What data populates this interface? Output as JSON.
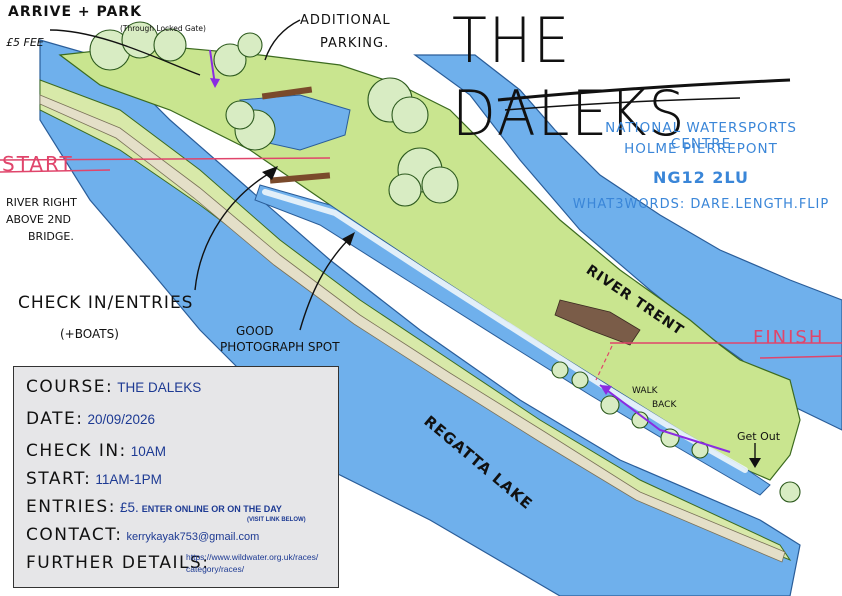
{
  "title": "THE DALEKS",
  "venue": {
    "line1": "NATIONAL WATERSPORTS CENTRE",
    "line2": "HOLME PIERREPONT",
    "postcode": "NG12 2LU",
    "what3words": "WHAT3WORDS: DARE.LENGTH.FLIP"
  },
  "labels": {
    "arrive_park": "ARRIVE + PARK",
    "through_locked_gate": "(Through Locked Gate)",
    "fee": "£5 FEE",
    "additional_parking_1": "ADDITIONAL",
    "additional_parking_2": "PARKING.",
    "start": "START",
    "river_right_1": "RIVER RIGHT",
    "river_right_2": "ABOVE 2ND",
    "river_right_3": "BRIDGE.",
    "check_in_entries": "CHECK IN/ENTRIES",
    "boats": "(+BOATS)",
    "good_photo_1": "GOOD",
    "good_photo_2": "PHOTOGRAPH SPOT",
    "river_trent": "RIVER TRENT",
    "finish": "FINISH",
    "walk_back_1": "WALK",
    "walk_back_2": "BACK",
    "get_out": "Get Out",
    "regatta_lake": "REGATTA LAKE"
  },
  "info": {
    "course_label": "COURSE:",
    "course_value": "THE DALEKS",
    "date_label": "DATE:",
    "date_value": "20/09/2026",
    "checkin_label": "CHECK IN:",
    "checkin_value": "10AM",
    "start_label": "START:",
    "start_value": "11AM-1PM",
    "entries_label": "ENTRIES:",
    "entries_value": "£5.",
    "entries_detail": "ENTER ONLINE OR ON THE DAY",
    "entries_note": "(VISIT LINK BELOW)",
    "contact_label": "CONTACT:",
    "contact_value": "kerrykayak753@gmail.com",
    "further_label": "FURTHER DETAILS:",
    "further_value_1": "https://www.wildwater.org.uk/races/",
    "further_value_2": "category/races/"
  },
  "colors": {
    "water": "#6fb0ec",
    "grass": "#c9e58f",
    "path": "#e4dfc8",
    "tree": "#d8ecc3",
    "accent_red": "#e0456b",
    "accent_purple": "#8a2be2",
    "venue_blue": "#3a86d8",
    "info_blue": "#1d3a93"
  }
}
